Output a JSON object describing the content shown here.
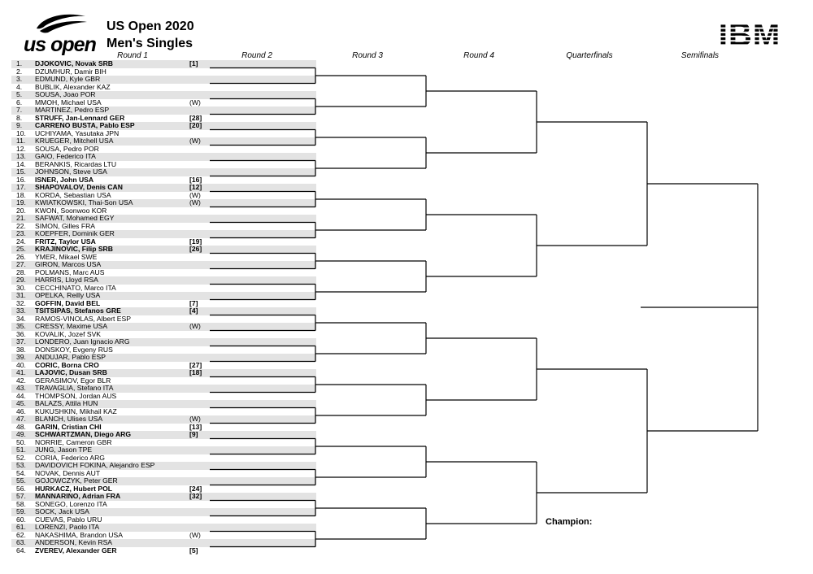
{
  "logo": {
    "wordmark": "us open"
  },
  "header": {
    "title": "US Open 2020",
    "subtitle": "Men's Singles"
  },
  "sponsor": {
    "name": "IBM"
  },
  "rounds": [
    "Round 1",
    "Round 2",
    "Round 3",
    "Round 4",
    "Quarterfinals",
    "Semifinals"
  ],
  "champion_label": "Champion:",
  "colors": {
    "shade": "#e3e3e3",
    "line": "#000000",
    "accent": "#000000"
  },
  "players": [
    {
      "num": "1.",
      "name": "DJOKOVIC, Novak SRB",
      "seed": "[1]",
      "bold": true
    },
    {
      "num": "2.",
      "name": "DZUMHUR, Damir BIH",
      "seed": "",
      "bold": false
    },
    {
      "num": "3.",
      "name": "EDMUND, Kyle GBR",
      "seed": "",
      "bold": false
    },
    {
      "num": "4.",
      "name": "BUBLIK, Alexander KAZ",
      "seed": "",
      "bold": false
    },
    {
      "num": "5.",
      "name": "SOUSA, Joao POR",
      "seed": "",
      "bold": false
    },
    {
      "num": "6.",
      "name": "MMOH, Michael USA",
      "seed": "(W)",
      "bold": false
    },
    {
      "num": "7.",
      "name": "MARTINEZ, Pedro ESP",
      "seed": "",
      "bold": false
    },
    {
      "num": "8.",
      "name": "STRUFF, Jan-Lennard GER",
      "seed": "[28]",
      "bold": true
    },
    {
      "num": "9.",
      "name": "CARRENO BUSTA, Pablo ESP",
      "seed": "[20]",
      "bold": true
    },
    {
      "num": "10.",
      "name": "UCHIYAMA, Yasutaka JPN",
      "seed": "",
      "bold": false
    },
    {
      "num": "11.",
      "name": "KRUEGER, Mitchell USA",
      "seed": "(W)",
      "bold": false
    },
    {
      "num": "12.",
      "name": "SOUSA, Pedro POR",
      "seed": "",
      "bold": false
    },
    {
      "num": "13.",
      "name": "GAIO, Federico ITA",
      "seed": "",
      "bold": false
    },
    {
      "num": "14.",
      "name": "BERANKIS, Ricardas LTU",
      "seed": "",
      "bold": false
    },
    {
      "num": "15.",
      "name": "JOHNSON, Steve USA",
      "seed": "",
      "bold": false
    },
    {
      "num": "16.",
      "name": "ISNER, John USA",
      "seed": "[16]",
      "bold": true
    },
    {
      "num": "17.",
      "name": "SHAPOVALOV, Denis CAN",
      "seed": "[12]",
      "bold": true
    },
    {
      "num": "18.",
      "name": "KORDA, Sebastian USA",
      "seed": "(W)",
      "bold": false
    },
    {
      "num": "19.",
      "name": "KWIATKOWSKI, Thai-Son USA",
      "seed": "(W)",
      "bold": false
    },
    {
      "num": "20.",
      "name": "KWON, Soonwoo KOR",
      "seed": "",
      "bold": false
    },
    {
      "num": "21.",
      "name": "SAFWAT, Mohamed EGY",
      "seed": "",
      "bold": false
    },
    {
      "num": "22.",
      "name": "SIMON, Gilles FRA",
      "seed": "",
      "bold": false
    },
    {
      "num": "23.",
      "name": "KOEPFER, Dominik GER",
      "seed": "",
      "bold": false
    },
    {
      "num": "24.",
      "name": "FRITZ, Taylor USA",
      "seed": "[19]",
      "bold": true
    },
    {
      "num": "25.",
      "name": "KRAJINOVIC, Filip SRB",
      "seed": "[26]",
      "bold": true
    },
    {
      "num": "26.",
      "name": "YMER, Mikael SWE",
      "seed": "",
      "bold": false
    },
    {
      "num": "27.",
      "name": "GIRON, Marcos USA",
      "seed": "",
      "bold": false
    },
    {
      "num": "28.",
      "name": "POLMANS, Marc AUS",
      "seed": "",
      "bold": false
    },
    {
      "num": "29.",
      "name": "HARRIS, Lloyd RSA",
      "seed": "",
      "bold": false
    },
    {
      "num": "30.",
      "name": "CECCHINATO, Marco ITA",
      "seed": "",
      "bold": false
    },
    {
      "num": "31.",
      "name": "OPELKA, Reilly USA",
      "seed": "",
      "bold": false
    },
    {
      "num": "32.",
      "name": "GOFFIN, David BEL",
      "seed": "[7]",
      "bold": true
    },
    {
      "num": "33.",
      "name": "TSITSIPAS, Stefanos GRE",
      "seed": "[4]",
      "bold": true
    },
    {
      "num": "34.",
      "name": "RAMOS-VINOLAS, Albert ESP",
      "seed": "",
      "bold": false
    },
    {
      "num": "35.",
      "name": "CRESSY, Maxime USA",
      "seed": "(W)",
      "bold": false
    },
    {
      "num": "36.",
      "name": "KOVALIK, Jozef SVK",
      "seed": "",
      "bold": false
    },
    {
      "num": "37.",
      "name": "LONDERO, Juan Ignacio ARG",
      "seed": "",
      "bold": false
    },
    {
      "num": "38.",
      "name": "DONSKOY, Evgeny RUS",
      "seed": "",
      "bold": false
    },
    {
      "num": "39.",
      "name": "ANDUJAR, Pablo ESP",
      "seed": "",
      "bold": false
    },
    {
      "num": "40.",
      "name": "CORIC, Borna CRO",
      "seed": "[27]",
      "bold": true
    },
    {
      "num": "41.",
      "name": "LAJOVIC, Dusan SRB",
      "seed": "[18]",
      "bold": true
    },
    {
      "num": "42.",
      "name": "GERASIMOV, Egor BLR",
      "seed": "",
      "bold": false
    },
    {
      "num": "43.",
      "name": "TRAVAGLIA, Stefano ITA",
      "seed": "",
      "bold": false
    },
    {
      "num": "44.",
      "name": "THOMPSON, Jordan AUS",
      "seed": "",
      "bold": false
    },
    {
      "num": "45.",
      "name": "BALAZS, Attila HUN",
      "seed": "",
      "bold": false
    },
    {
      "num": "46.",
      "name": "KUKUSHKIN, Mikhail KAZ",
      "seed": "",
      "bold": false
    },
    {
      "num": "47.",
      "name": "BLANCH, Ulises USA",
      "seed": "(W)",
      "bold": false
    },
    {
      "num": "48.",
      "name": "GARIN, Cristian CHI",
      "seed": "[13]",
      "bold": true
    },
    {
      "num": "49.",
      "name": "SCHWARTZMAN, Diego ARG",
      "seed": "[9]",
      "bold": true
    },
    {
      "num": "50.",
      "name": "NORRIE, Cameron GBR",
      "seed": "",
      "bold": false
    },
    {
      "num": "51.",
      "name": "JUNG, Jason TPE",
      "seed": "",
      "bold": false
    },
    {
      "num": "52.",
      "name": "CORIA, Federico ARG",
      "seed": "",
      "bold": false
    },
    {
      "num": "53.",
      "name": "DAVIDOVICH FOKINA, Alejandro ESP",
      "seed": "",
      "bold": false
    },
    {
      "num": "54.",
      "name": "NOVAK, Dennis AUT",
      "seed": "",
      "bold": false
    },
    {
      "num": "55.",
      "name": "GOJOWCZYK, Peter GER",
      "seed": "",
      "bold": false
    },
    {
      "num": "56.",
      "name": "HURKACZ, Hubert POL",
      "seed": "[24]",
      "bold": true
    },
    {
      "num": "57.",
      "name": "MANNARINO, Adrian FRA",
      "seed": "[32]",
      "bold": true
    },
    {
      "num": "58.",
      "name": "SONEGO, Lorenzo ITA",
      "seed": "",
      "bold": false
    },
    {
      "num": "59.",
      "name": "SOCK, Jack USA",
      "seed": "",
      "bold": false
    },
    {
      "num": "60.",
      "name": "CUEVAS, Pablo URU",
      "seed": "",
      "bold": false
    },
    {
      "num": "61.",
      "name": "LORENZI, Paolo ITA",
      "seed": "",
      "bold": false
    },
    {
      "num": "62.",
      "name": "NAKASHIMA, Brandon USA",
      "seed": "(W)",
      "bold": false
    },
    {
      "num": "63.",
      "name": "ANDERSON, Kevin RSA",
      "seed": "",
      "bold": false
    },
    {
      "num": "64.",
      "name": "ZVEREV, Alexander GER",
      "seed": "[5]",
      "bold": true
    }
  ]
}
